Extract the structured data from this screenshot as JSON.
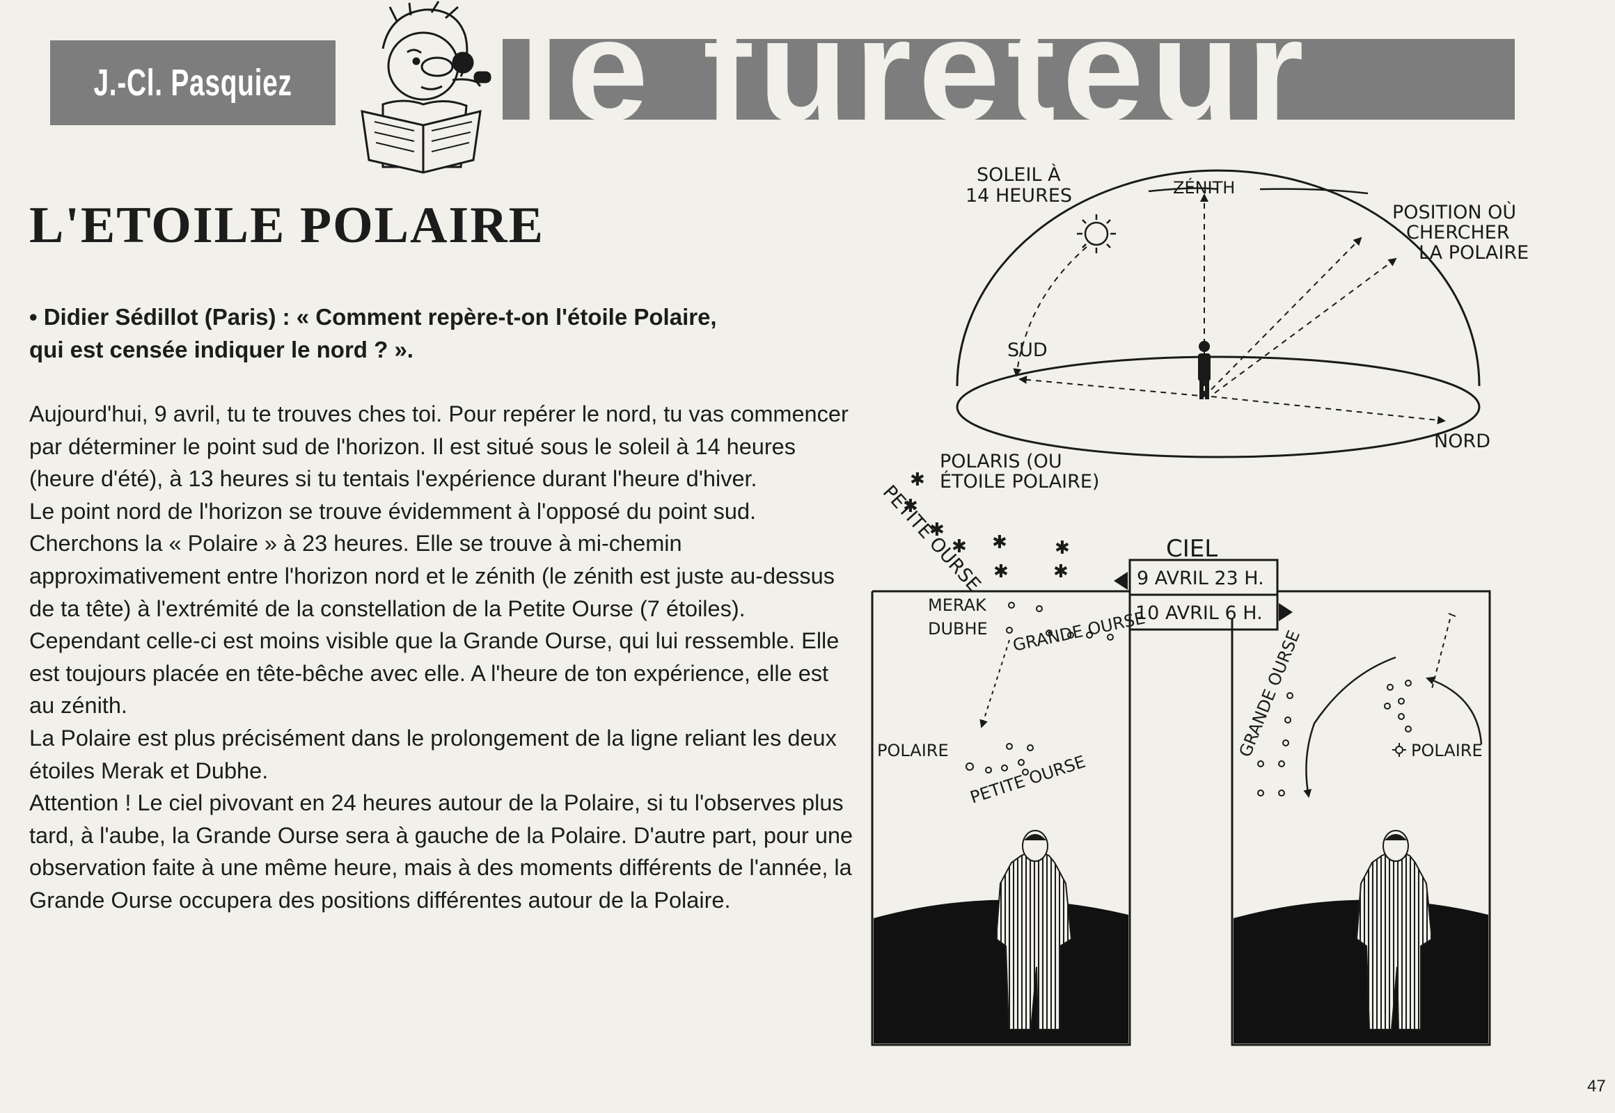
{
  "header": {
    "author": "J.-Cl. Pasquiez",
    "column_title": "le fureteur"
  },
  "article": {
    "title": "L'ETOILE POLAIRE",
    "question_line1": "• Didier Sédillot (Paris) : « Comment repère-t-on l'étoile Polaire,",
    "question_line2": "qui est censée indiquer le nord ? ».",
    "paragraphs": [
      "Aujourd'hui, 9 avril, tu te trouves ches toi. Pour repérer le nord, tu vas commencer par déterminer le point sud de l'horizon. Il est situé sous le soleil à 14 heures (heure d'été), à 13 heures si tu tentais l'expérience durant l'heure d'hiver.",
      "Le point nord de l'horizon se trouve évidemment à l'opposé du point sud.",
      "Cherchons la « Polaire » à 23 heures. Elle se trouve à mi-chemin approximativement entre l'horizon nord et le zénith (le zénith est juste au-dessus de ta tête) à l'extrémité de la constellation de la Petite Ourse (7 étoiles). Cependant celle-ci est moins visible que la Grande Ourse, qui lui ressemble. Elle est toujours placée en tête-bêche avec elle. A l'heure de ton expérience, elle est au zénith.",
      "La Polaire est plus précisément dans le prolongement de la ligne reliant les deux étoiles Merak et Dubhe.",
      "Attention ! Le ciel pivovant en 24 heures autour de la Polaire, si tu l'observes plus tard, à l'aube, la Grande Ourse sera à gauche de la Polaire. D'autre part, pour une observation faite à une même heure, mais à des moments différents de l'année, la Grande Ourse occupera des positions différentes autour de la Polaire."
    ]
  },
  "diagram": {
    "soleil_line1": "SOLEIL À",
    "soleil_line2": "14 HEURES",
    "zenith": "ZÉNITH",
    "position_line1": "POSITION OÙ",
    "position_line2": "CHERCHER",
    "position_line3": "LA POLAIRE",
    "sud": "SUD",
    "nord": "NORD",
    "polaris_line1": "POLARIS (OU",
    "polaris_line2": "ÉTOILE POLAIRE)",
    "petite_ourse_upper": "PETITE OURSE",
    "ciel": "CIEL",
    "date1": "9 AVRIL 23 H.",
    "date2": "10 AVRIL 6 H.",
    "merak": "MERAK",
    "dubhe": "DUBHE",
    "grande_ourse": "GRANDE OURSE",
    "polaire": "POLAIRE",
    "petite_ourse": "PETITE OURSE",
    "grande_ourse_right": "GRANDE OURSE",
    "polaire_right": "POLAIRE"
  },
  "page_number": "47"
}
